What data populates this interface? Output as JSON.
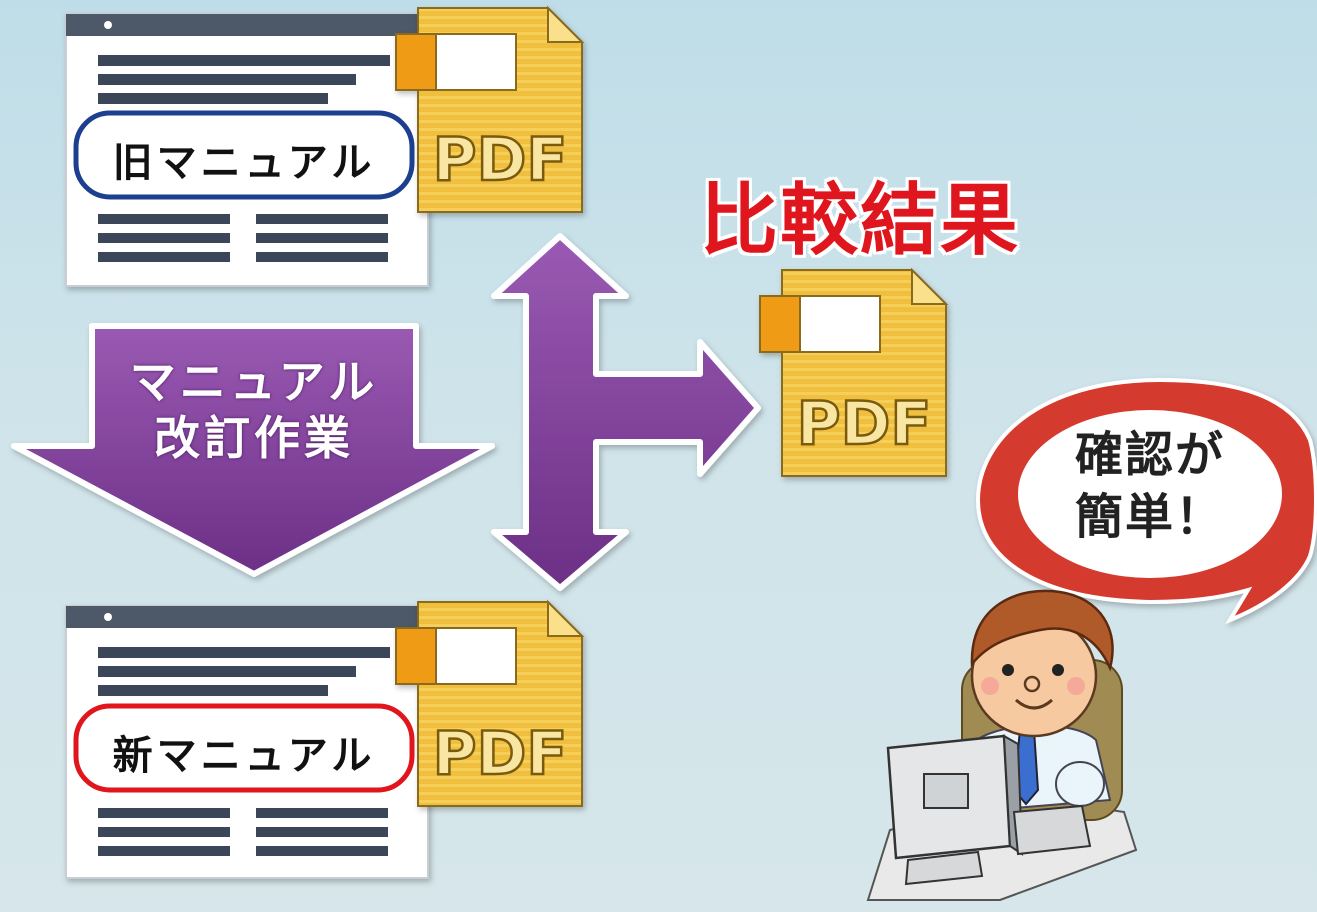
{
  "old_manual": {
    "label": "旧マニュアル",
    "border_color": "#1b3f8f"
  },
  "new_manual": {
    "label": "新マニュアル",
    "border_color": "#e0161e"
  },
  "revision_arrow": {
    "line1": "マニュアル",
    "line2": "改訂作業",
    "color": "#7b3f97"
  },
  "result_title": "比較結果",
  "pdf_label": "PDF",
  "speech_bubble": {
    "line1": "確認が",
    "line2": "簡単！",
    "color": "#d43a2f"
  },
  "colors": {
    "doc_header": "#4d5868",
    "doc_lines": "#3a4658",
    "pdf_fill": "#f2c344",
    "pdf_tab": "#ef9b16",
    "accent_purple": "#7b3f97"
  },
  "icons": [
    "document-icon",
    "pdf-file-icon",
    "double-arrow-icon",
    "person-at-computer-illustration"
  ]
}
